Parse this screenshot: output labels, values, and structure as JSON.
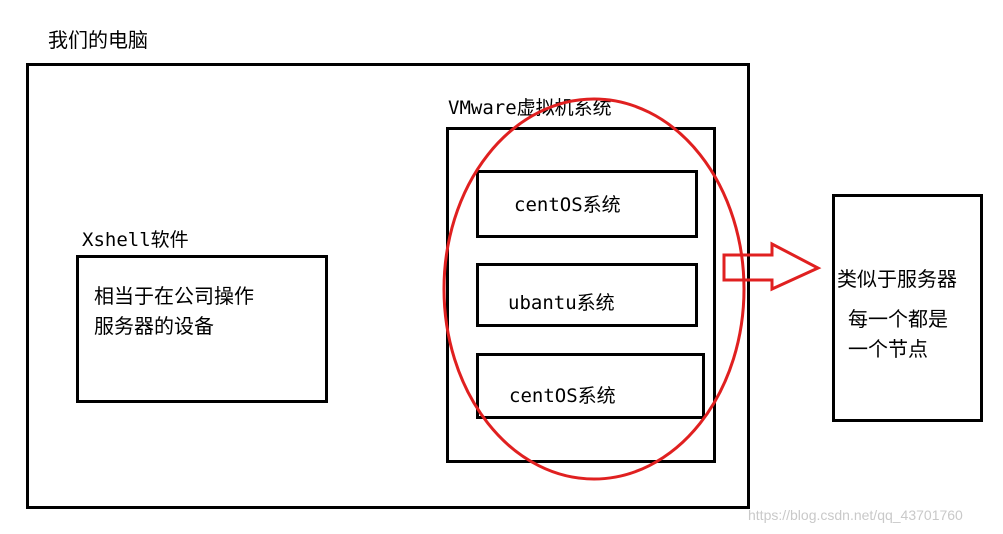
{
  "title": "我们的电脑",
  "vmware_label": "VMware虚拟机系统",
  "xshell": {
    "label": "Xshell软件",
    "line1": "相当于在公司操作",
    "line2": "服务器的设备"
  },
  "vms": [
    {
      "label": "centOS系统"
    },
    {
      "label": "ubantu系统"
    },
    {
      "label": "centOS系统"
    }
  ],
  "server": {
    "line1": "类似于服务器",
    "line2": "每一个都是",
    "line3": "一个节点"
  },
  "watermark": "https://blog.csdn.net/qq_43701760",
  "colors": {
    "ellipse": "#e02020",
    "arrow": "#e02020",
    "border": "#000000"
  }
}
